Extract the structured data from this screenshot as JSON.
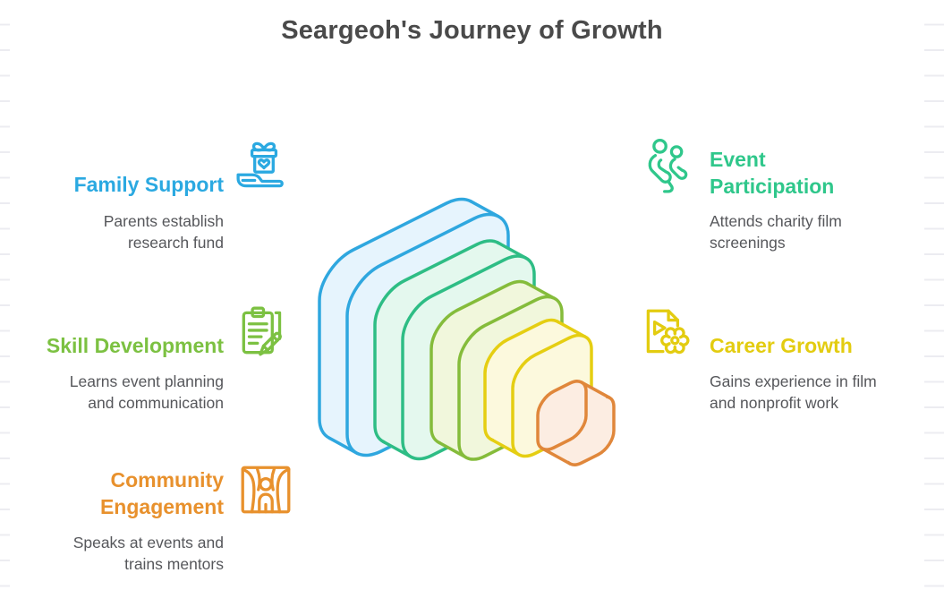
{
  "title": "Seargeoh's Journey of Growth",
  "colors": {
    "title": "#4a4a4a",
    "body": "#56575b"
  },
  "items": {
    "family": {
      "label": "Family Support",
      "description": "Parents establish research fund",
      "color": "#2ba9e1",
      "icon": "gift-in-hand-icon"
    },
    "skill": {
      "label": "Skill Development",
      "description": "Learns event planning and communication",
      "color": "#7cc142",
      "icon": "clipboard-pencil-icon"
    },
    "community": {
      "label": "Community Engagement",
      "description": "Speaks at events and trains mentors",
      "color": "#e8912d",
      "icon": "stage-speaker-icon"
    },
    "event": {
      "label": "Event Participation",
      "description": "Attends charity film screenings",
      "color": "#2fc78b",
      "icon": "audience-seated-icon"
    },
    "career": {
      "label": "Career Growth",
      "description": "Gains experience in film and nonprofit work",
      "color": "#e3cc10",
      "icon": "film-document-gear-icon"
    }
  },
  "diagram": {
    "levels": [
      {
        "stroke": "#2fa7df",
        "fill": "#e6f4fd"
      },
      {
        "stroke": "#2ebd85",
        "fill": "#e4f8ee"
      },
      {
        "stroke": "#85bc3b",
        "fill": "#f1f7dc"
      },
      {
        "stroke": "#e5ce12",
        "fill": "#fcf9dd"
      },
      {
        "stroke": "#e0873b",
        "fill": "#fcede2"
      }
    ]
  }
}
